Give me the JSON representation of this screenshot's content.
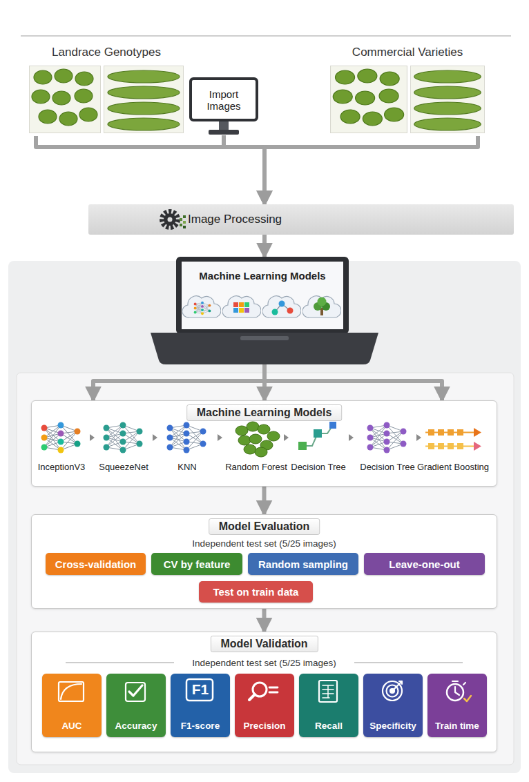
{
  "diagram": {
    "nodes": [
      {
        "text": [
          "Landrace Genotypes"
        ]
      },
      {
        "text": [
          "Import Images"
        ]
      },
      {
        "text": [
          "Commercial Varieties"
        ]
      },
      {
        "text": [
          "Image Processing"
        ]
      },
      {
        "text": [
          "Machine Learning Models"
        ]
      },
      {
        "text": [
          "Machine Learning Models"
        ]
      },
      {
        "text": [
          "Model Evaluation",
          "Independent test set (5/25 images)"
        ]
      },
      {
        "text": [
          "Cross-validation"
        ],
        "in": 6
      },
      {
        "text": [
          "CV by feature"
        ],
        "in": 6
      },
      {
        "text": [
          "Random sampling"
        ],
        "in": 6
      },
      {
        "text": [
          "Leave-one-out"
        ],
        "in": 6
      },
      {
        "text": [
          "Test on train data"
        ],
        "in": 6
      },
      {
        "text": [
          "Model Validation",
          "Independent test set (5/25 images)"
        ]
      },
      {
        "text": [
          "AUC"
        ],
        "in": 12
      },
      {
        "text": [
          "Accuracy"
        ],
        "in": 12
      },
      {
        "text": [
          "F1-score"
        ],
        "in": 12
      },
      {
        "text": [
          "Precision"
        ],
        "in": 12
      },
      {
        "text": [
          "Recall"
        ],
        "in": 12
      },
      {
        "text": [
          "Specificity"
        ],
        "in": 12
      },
      {
        "text": [
          "Train time"
        ],
        "in": 12
      }
    ],
    "edges": [
      {
        "from": 0,
        "to": 3,
        "arrow": "to"
      },
      {
        "from": 1,
        "to": 3,
        "arrow": "to"
      },
      {
        "from": 2,
        "to": 3,
        "arrow": "to"
      },
      {
        "from": 3,
        "to": 4,
        "arrow": "to"
      },
      {
        "from": 4,
        "to": 5,
        "arrow": "to"
      },
      {
        "from": 4,
        "to": 5,
        "arrow": "to"
      },
      {
        "from": 4,
        "to": 5,
        "arrow": "to"
      },
      {
        "from": 5,
        "to": 6,
        "arrow": "to"
      },
      {
        "from": 6,
        "to": 12,
        "arrow": "to"
      }
    ],
    "labels": [
      "InceptionV3",
      "SqueezeNet",
      "KNN",
      "Random Forest",
      "Decision Tree",
      "Decision Tree",
      "Gradient Boosting",
      "F1"
    ]
  }
}
